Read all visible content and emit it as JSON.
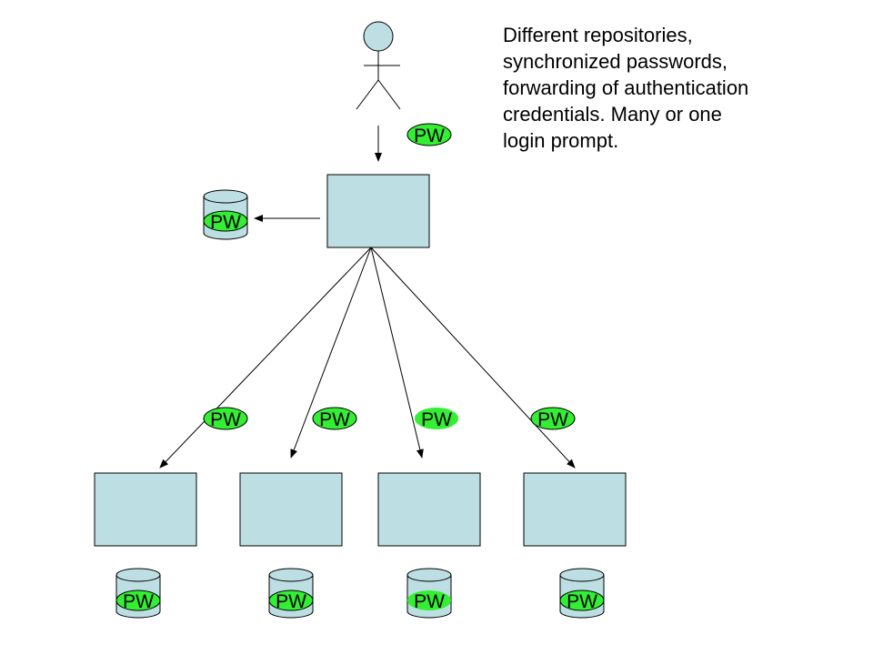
{
  "description": {
    "lines": [
      "Different repositories,",
      "synchronized passwords,",
      "forwarding of authentication",
      "credentials. Many or one",
      "login prompt."
    ]
  },
  "credential_label": "PW",
  "colors": {
    "box_fill": "#bddfe3",
    "token_fill": "#33ee33",
    "outline": "#000000"
  }
}
